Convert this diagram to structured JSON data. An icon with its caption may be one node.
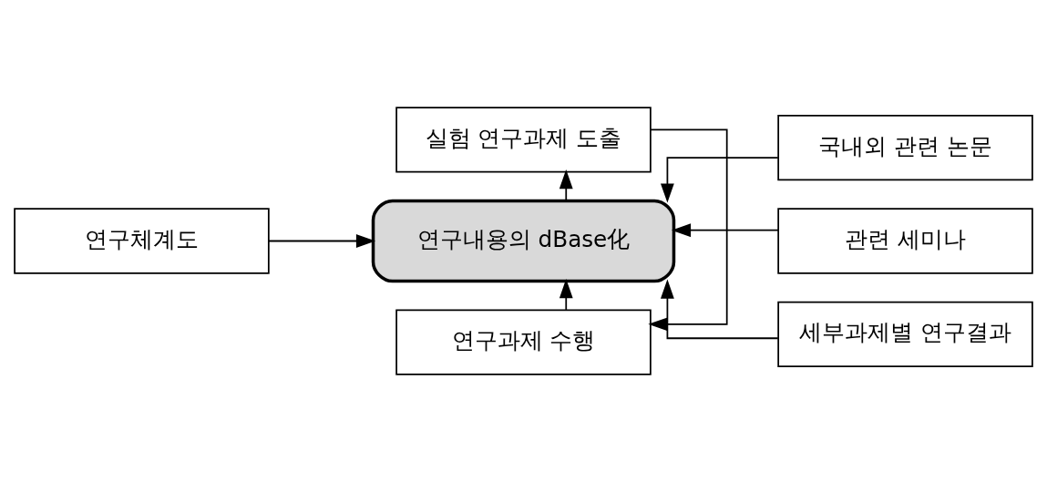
{
  "diagram": {
    "nodes": [
      {
        "text": [
          "실험 연구과제 도출"
        ]
      },
      {
        "text": [
          "연구체계도"
        ]
      },
      {
        "text": [
          "연구내용의 dBase化"
        ]
      },
      {
        "text": [
          "국내외 관련 논문"
        ]
      },
      {
        "text": [
          "관련 세미나"
        ]
      },
      {
        "text": [
          "세부과제별 연구결과"
        ]
      },
      {
        "text": [
          "연구과제 수행"
        ]
      }
    ],
    "edges": [
      {
        "from": 2,
        "to": 0,
        "arrow": "to"
      },
      {
        "from": 1,
        "to": 2,
        "arrow": "to"
      },
      {
        "from": 3,
        "to": 2,
        "arrow": "to"
      },
      {
        "from": 4,
        "to": 2,
        "arrow": "to"
      },
      {
        "from": 5,
        "to": 2,
        "arrow": "to"
      },
      {
        "from": 6,
        "to": 2,
        "arrow": "to"
      },
      {
        "from": 0,
        "to": 6,
        "arrow": "to"
      }
    ]
  }
}
